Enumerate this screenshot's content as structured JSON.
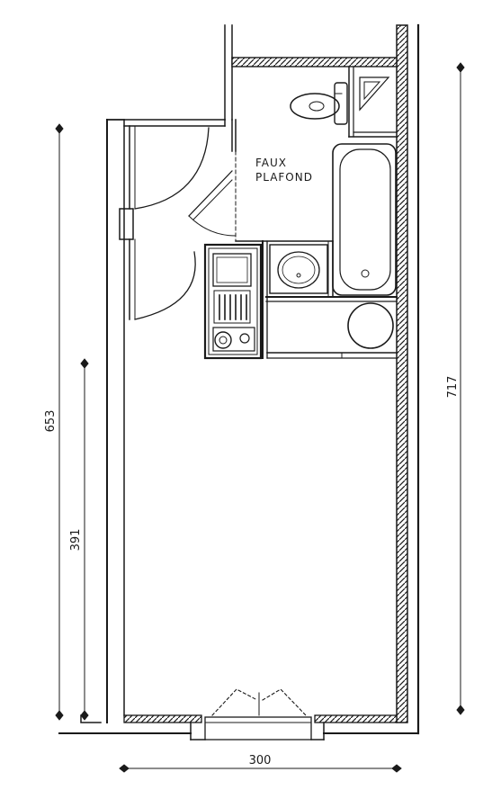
{
  "plan": {
    "ceiling_label_line1": "FAUX",
    "ceiling_label_line2": "PLAFOND"
  },
  "dimensions": {
    "total_length": "653",
    "partial_length": "391",
    "right_length": "717",
    "width": "300"
  },
  "colors": {
    "ink": "#1a1a1a",
    "paper": "#ffffff"
  }
}
